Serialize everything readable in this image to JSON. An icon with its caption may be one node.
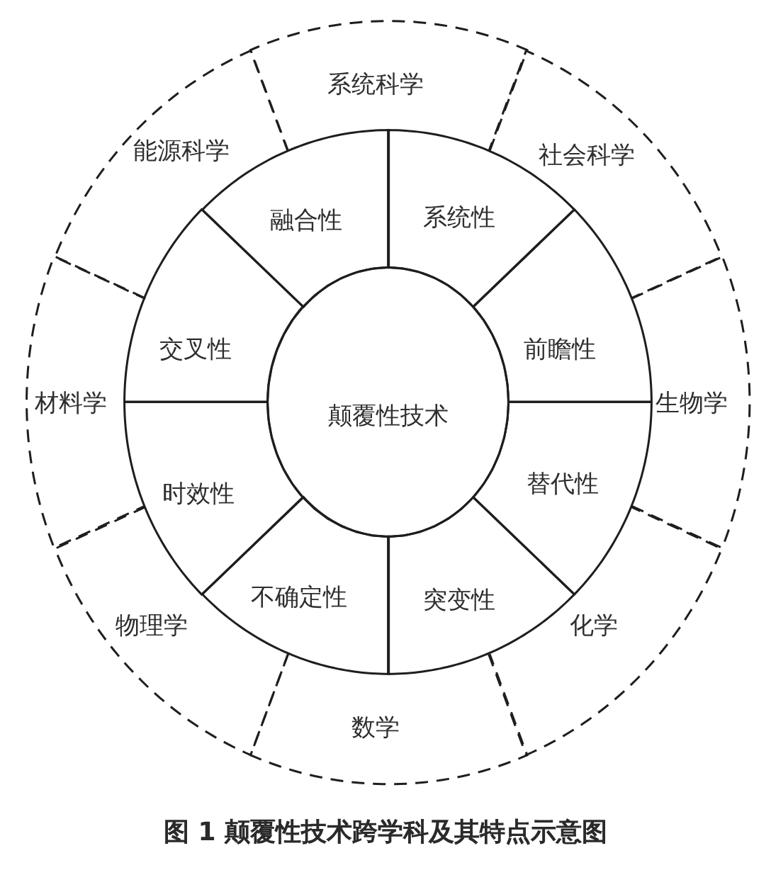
{
  "diagram": {
    "caption": "图 1 颠覆性技术跨学科及其特点示意图",
    "nodes": [
      {
        "text": [
          "颠覆性技术"
        ]
      },
      {
        "text": [
          "融合性"
        ]
      },
      {
        "text": [
          "系统性"
        ]
      },
      {
        "text": [
          "前瞻性"
        ]
      },
      {
        "text": [
          "替代性"
        ]
      },
      {
        "text": [
          "突变性"
        ]
      },
      {
        "text": [
          "不确定性"
        ]
      },
      {
        "text": [
          "时效性"
        ]
      },
      {
        "text": [
          "交叉性"
        ]
      },
      {
        "text": [
          "系统科学"
        ]
      },
      {
        "text": [
          "社会科学"
        ]
      },
      {
        "text": [
          "生物学"
        ]
      },
      {
        "text": [
          "化学"
        ]
      },
      {
        "text": [
          "数学"
        ]
      },
      {
        "text": [
          "物理学"
        ]
      },
      {
        "text": [
          "材料学"
        ]
      },
      {
        "text": [
          "能源科学"
        ]
      }
    ]
  }
}
